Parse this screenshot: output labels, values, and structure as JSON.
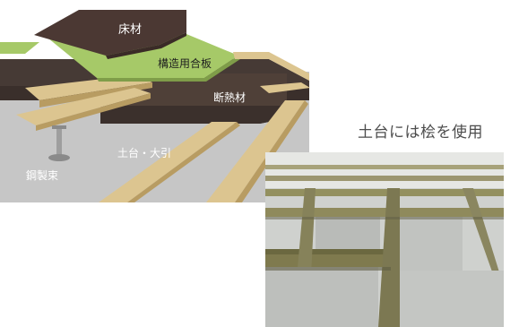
{
  "diagram": {
    "labels": {
      "floor_material": "床材",
      "structural_plywood": "構造用合板",
      "insulation": "断熱材",
      "sill_and_beam": "土台・大引",
      "steel_post": "鋼製束"
    }
  },
  "photo": {
    "caption": "土台には桧を使用"
  },
  "colors": {
    "floor": "#4b3833",
    "plywood": "#a6c968",
    "insulation": "#4f4038",
    "lumber": "#dcc590",
    "concrete": "#c6c6c6",
    "caption_text": "#4d4d4d"
  }
}
